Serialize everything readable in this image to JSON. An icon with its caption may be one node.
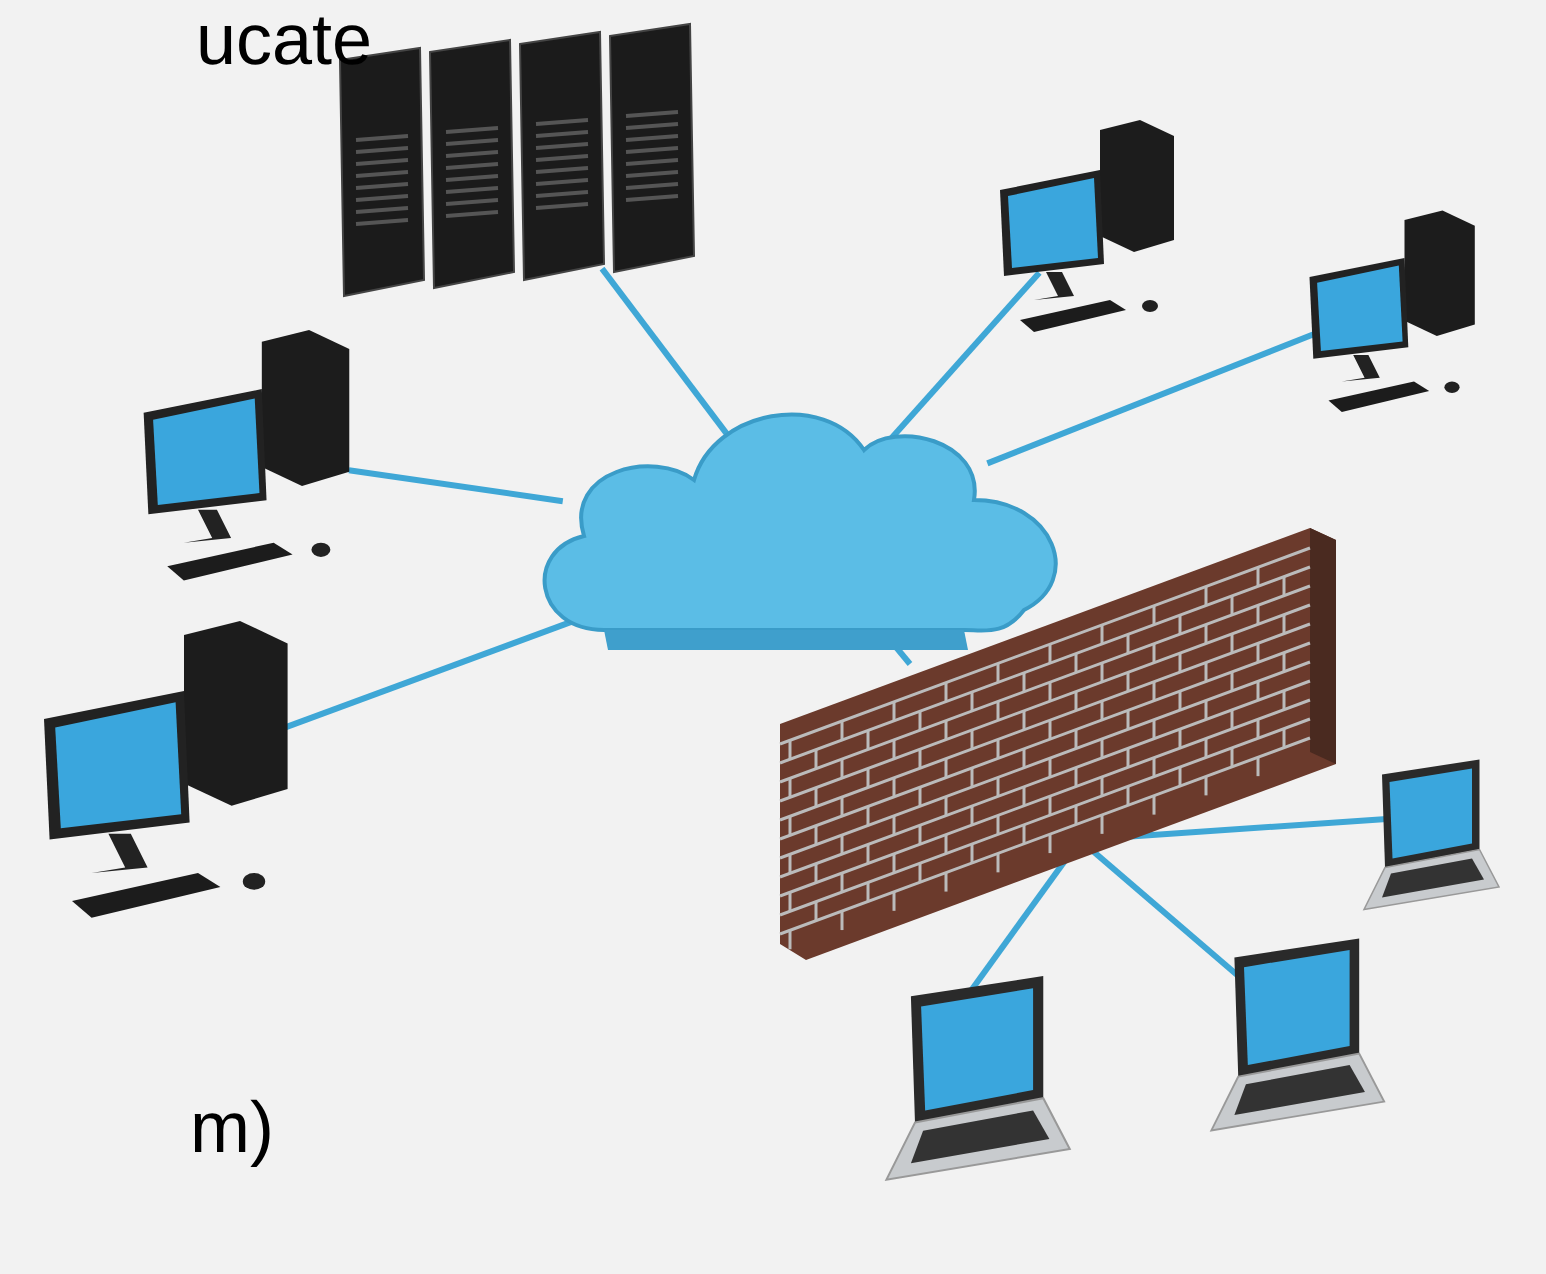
{
  "diagram": {
    "nodes": [
      {
        "text": [],
        "shape": "cloud"
      },
      {
        "text": [],
        "shape": "server"
      },
      {
        "text": [],
        "shape": "computer"
      },
      {
        "text": [],
        "shape": "computer"
      },
      {
        "text": [],
        "shape": "computer"
      },
      {
        "text": [],
        "shape": "computer"
      },
      {
        "text": [],
        "shape": "wall"
      },
      {
        "text": [],
        "shape": "laptop"
      },
      {
        "text": [],
        "shape": "laptop"
      },
      {
        "text": [],
        "shape": "laptop"
      }
    ],
    "edges": [
      {
        "from": 0,
        "to": 1,
        "arrow": "none"
      },
      {
        "from": 0,
        "to": 2,
        "arrow": "none"
      },
      {
        "from": 0,
        "to": 3,
        "arrow": "none"
      },
      {
        "from": 0,
        "to": 4,
        "arrow": "none"
      },
      {
        "from": 0,
        "to": 5,
        "arrow": "none"
      },
      {
        "from": 0,
        "to": 6,
        "arrow": "none"
      },
      {
        "from": 6,
        "to": 7,
        "arrow": "none"
      },
      {
        "from": 6,
        "to": 8,
        "arrow": "none"
      },
      {
        "from": 6,
        "to": 9,
        "arrow": "none"
      }
    ],
    "labels": [
      "ucate",
      "m)"
    ]
  }
}
